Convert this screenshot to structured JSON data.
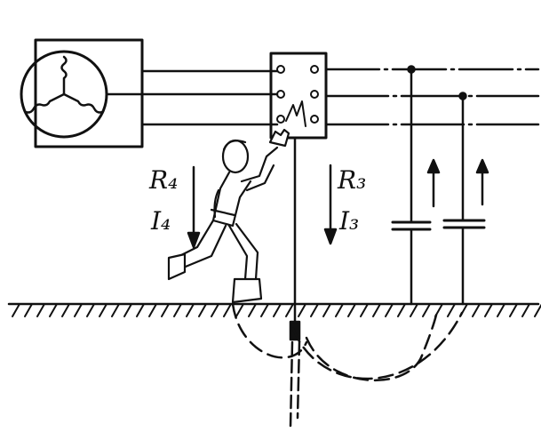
{
  "labels": {
    "r4": "R₄",
    "i4": "I₄",
    "r3": "R₃",
    "i3": "I₃"
  },
  "colors": {
    "ink": "#111111",
    "paper": "#ffffff"
  },
  "icons": {
    "generator": "generator-wye-icon",
    "person": "person-icon",
    "ground": "ground-hatch-icon",
    "capacitor": "capacitor-icon"
  }
}
